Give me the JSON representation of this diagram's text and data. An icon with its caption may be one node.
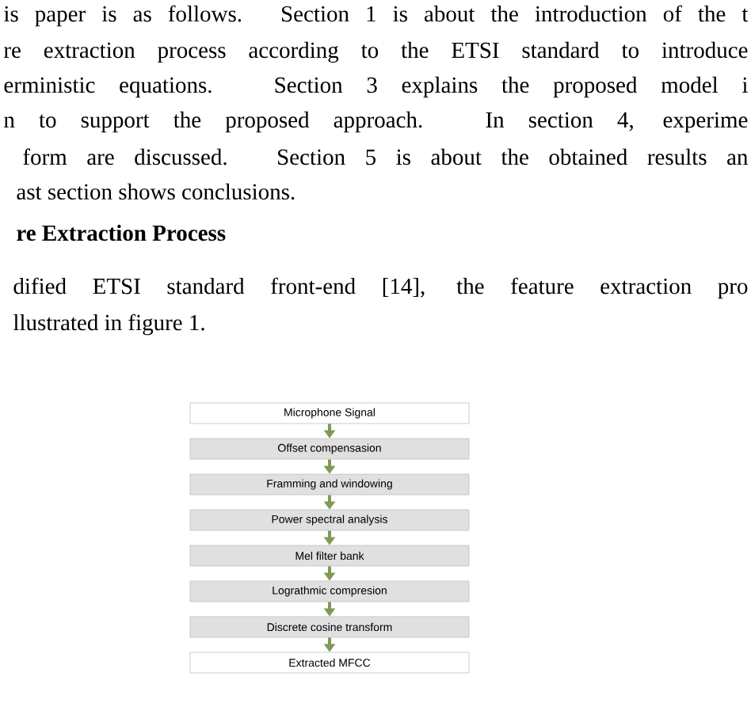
{
  "diagram": {
    "nodes": [
      {
        "text": [
          "Microphone Signal"
        ]
      },
      {
        "text": [
          "Offset compensasion"
        ]
      },
      {
        "text": [
          "Framming and windowing"
        ]
      },
      {
        "text": [
          "Power spectral analysis"
        ]
      },
      {
        "text": [
          "Mel filter bank"
        ]
      },
      {
        "text": [
          "Lograthmic compresion"
        ]
      },
      {
        "text": [
          "Discrete cosine transform"
        ]
      },
      {
        "text": [
          "Extracted MFCC"
        ]
      }
    ],
    "edges": [
      {
        "from": 0,
        "to": 1,
        "arrow": "to"
      },
      {
        "from": 1,
        "to": 2,
        "arrow": "to"
      },
      {
        "from": 2,
        "to": 3,
        "arrow": "to"
      },
      {
        "from": 3,
        "to": 4,
        "arrow": "to"
      },
      {
        "from": 4,
        "to": 5,
        "arrow": "to"
      },
      {
        "from": 5,
        "to": 6,
        "arrow": "to"
      },
      {
        "from": 6,
        "to": 7,
        "arrow": "to"
      }
    ],
    "labels": [
      "is paper is as follows. Section 1 is about the introduction of the t",
      "re extraction process according to the ETSI standard to introduce",
      "erministic equations. Section 3 explains the proposed model i",
      "n to support the proposed approach. In section 4, experime",
      "form are discussed. Section 5 is about the obtained results an",
      "ast section shows conclusions.",
      "re Extraction Process",
      "dified ETSI standard front-end [14], the feature extraction pro",
      "llustrated in figure 1."
    ]
  }
}
